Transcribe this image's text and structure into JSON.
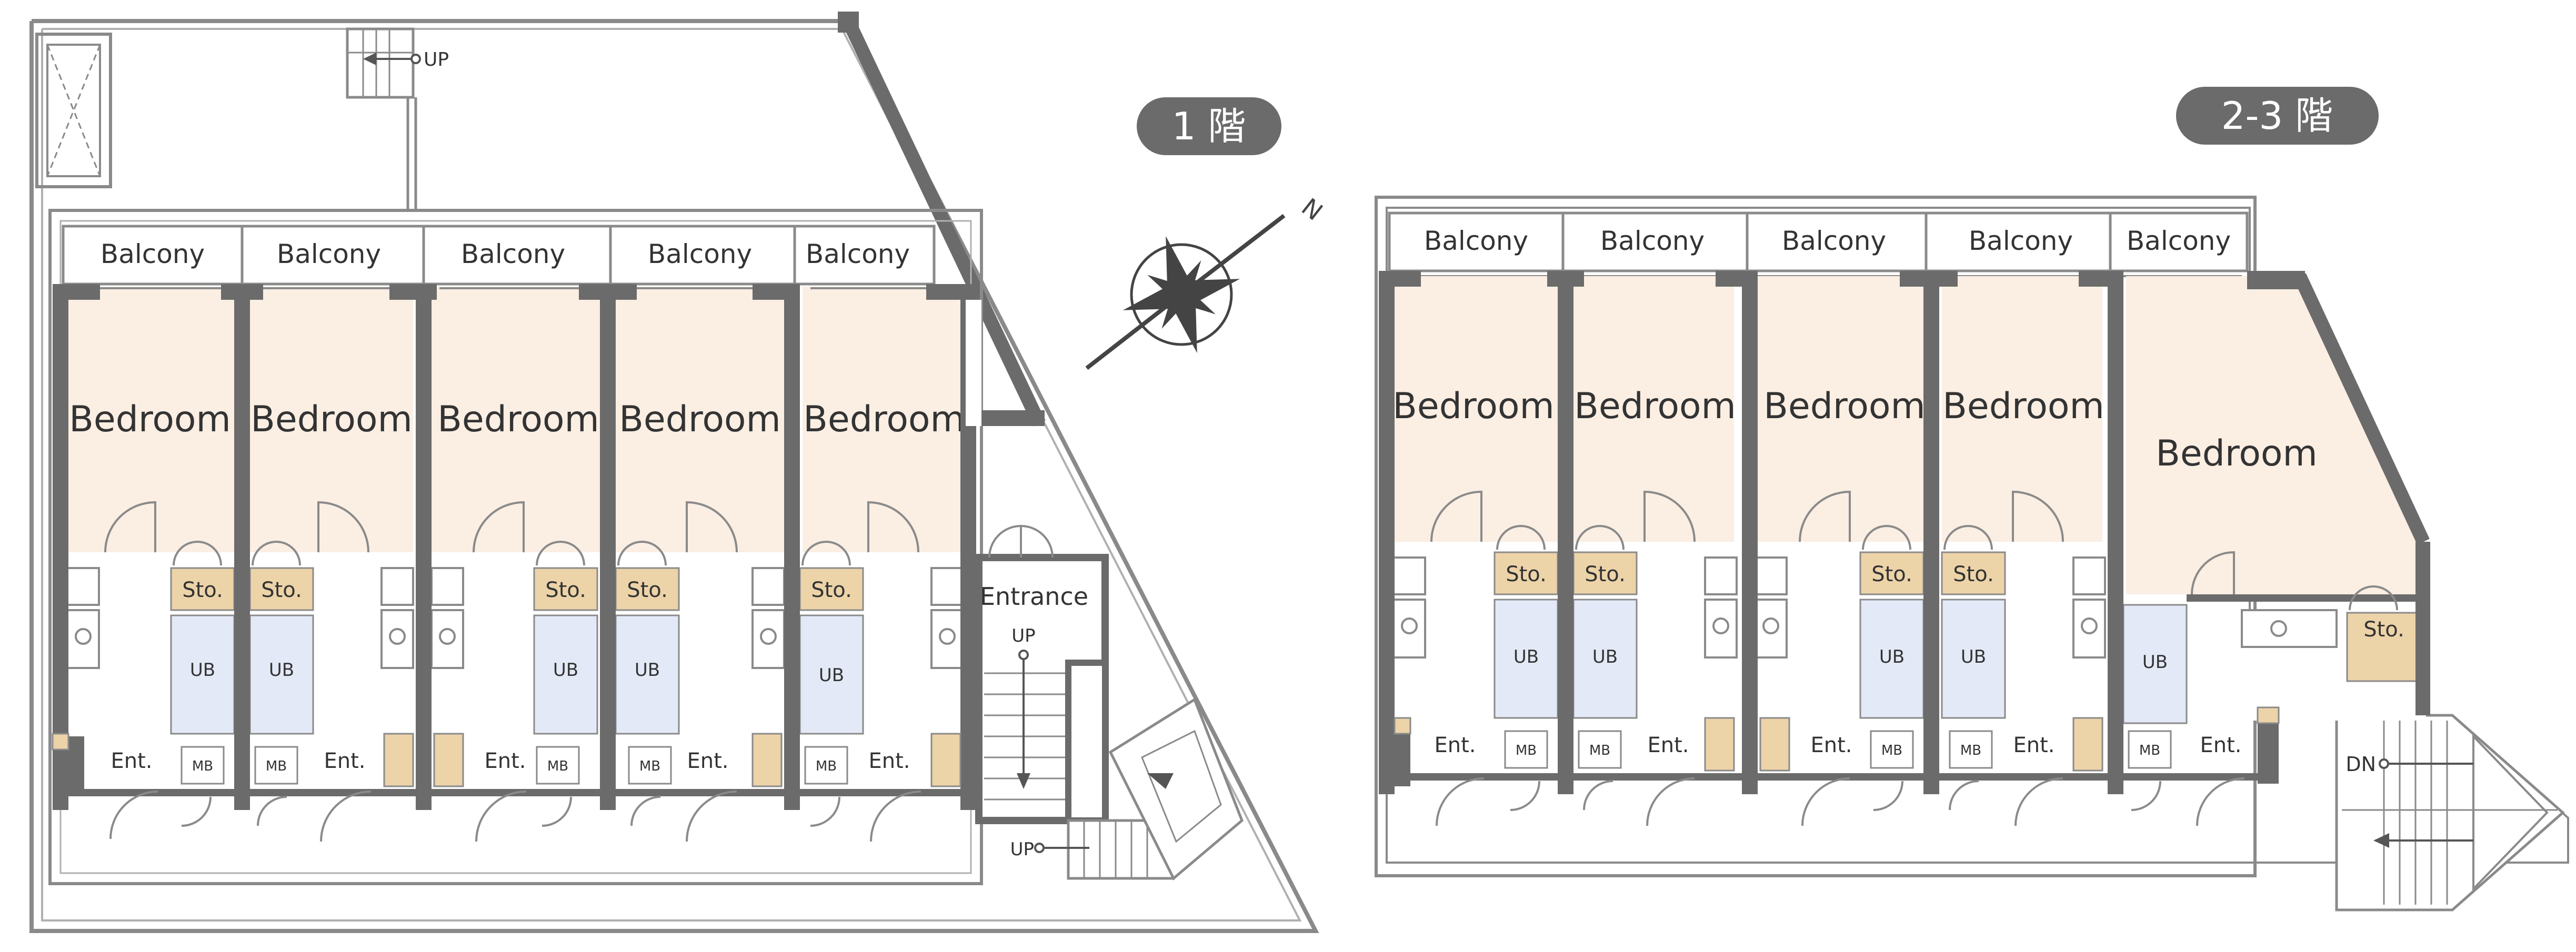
{
  "floors": [
    {
      "label": "1 階",
      "units": [
        {
          "balcony": "Balcony",
          "bedroom": "Bedroom",
          "storage": "Sto.",
          "bath": "UB",
          "meter": "MB",
          "entry": "Ent."
        },
        {
          "balcony": "Balcony",
          "bedroom": "Bedroom",
          "storage": "Sto.",
          "bath": "UB",
          "meter": "MB",
          "entry": "Ent."
        },
        {
          "balcony": "Balcony",
          "bedroom": "Bedroom",
          "storage": "Sto.",
          "bath": "UB",
          "meter": "MB",
          "entry": "Ent."
        },
        {
          "balcony": "Balcony",
          "bedroom": "Bedroom",
          "storage": "Sto.",
          "bath": "UB",
          "meter": "MB",
          "entry": "Ent."
        },
        {
          "balcony": "Balcony",
          "bedroom": "Bedroom",
          "storage": "Sto.",
          "bath": "UB",
          "meter": "MB",
          "entry": "Ent."
        }
      ],
      "entrance": "Entrance",
      "stair_up_top": "UP",
      "stair_up_entrance": "UP",
      "stair_up_bottom": "UP"
    },
    {
      "label": "2-3 階",
      "units": [
        {
          "balcony": "Balcony",
          "bedroom": "Bedroom",
          "storage": "Sto.",
          "bath": "UB",
          "meter": "MB",
          "entry": "Ent."
        },
        {
          "balcony": "Balcony",
          "bedroom": "Bedroom",
          "storage": "Sto.",
          "bath": "UB",
          "meter": "MB",
          "entry": "Ent."
        },
        {
          "balcony": "Balcony",
          "bedroom": "Bedroom",
          "storage": "Sto.",
          "bath": "UB",
          "meter": "MB",
          "entry": "Ent."
        },
        {
          "balcony": "Balcony",
          "bedroom": "Bedroom",
          "storage": "Sto.",
          "bath": "UB",
          "meter": "MB",
          "entry": "Ent."
        },
        {
          "balcony": "Balcony",
          "bedroom": "Bedroom",
          "storage": "Sto.",
          "bath": "UB",
          "meter": "MB",
          "entry": "Ent."
        }
      ],
      "stair_down": "DN"
    }
  ],
  "compass": {
    "north_label": "N",
    "icon": "compass-rose-icon"
  },
  "colors": {
    "wall": "#6b6b6b",
    "bedroom_fill": "#fbeee3",
    "storage_fill": "#ecd3a8",
    "bath_fill": "#e3e9f6",
    "pill_fill": "#6b6b6b",
    "pill_text": "#ffffff",
    "line": "#8a8a8a"
  }
}
